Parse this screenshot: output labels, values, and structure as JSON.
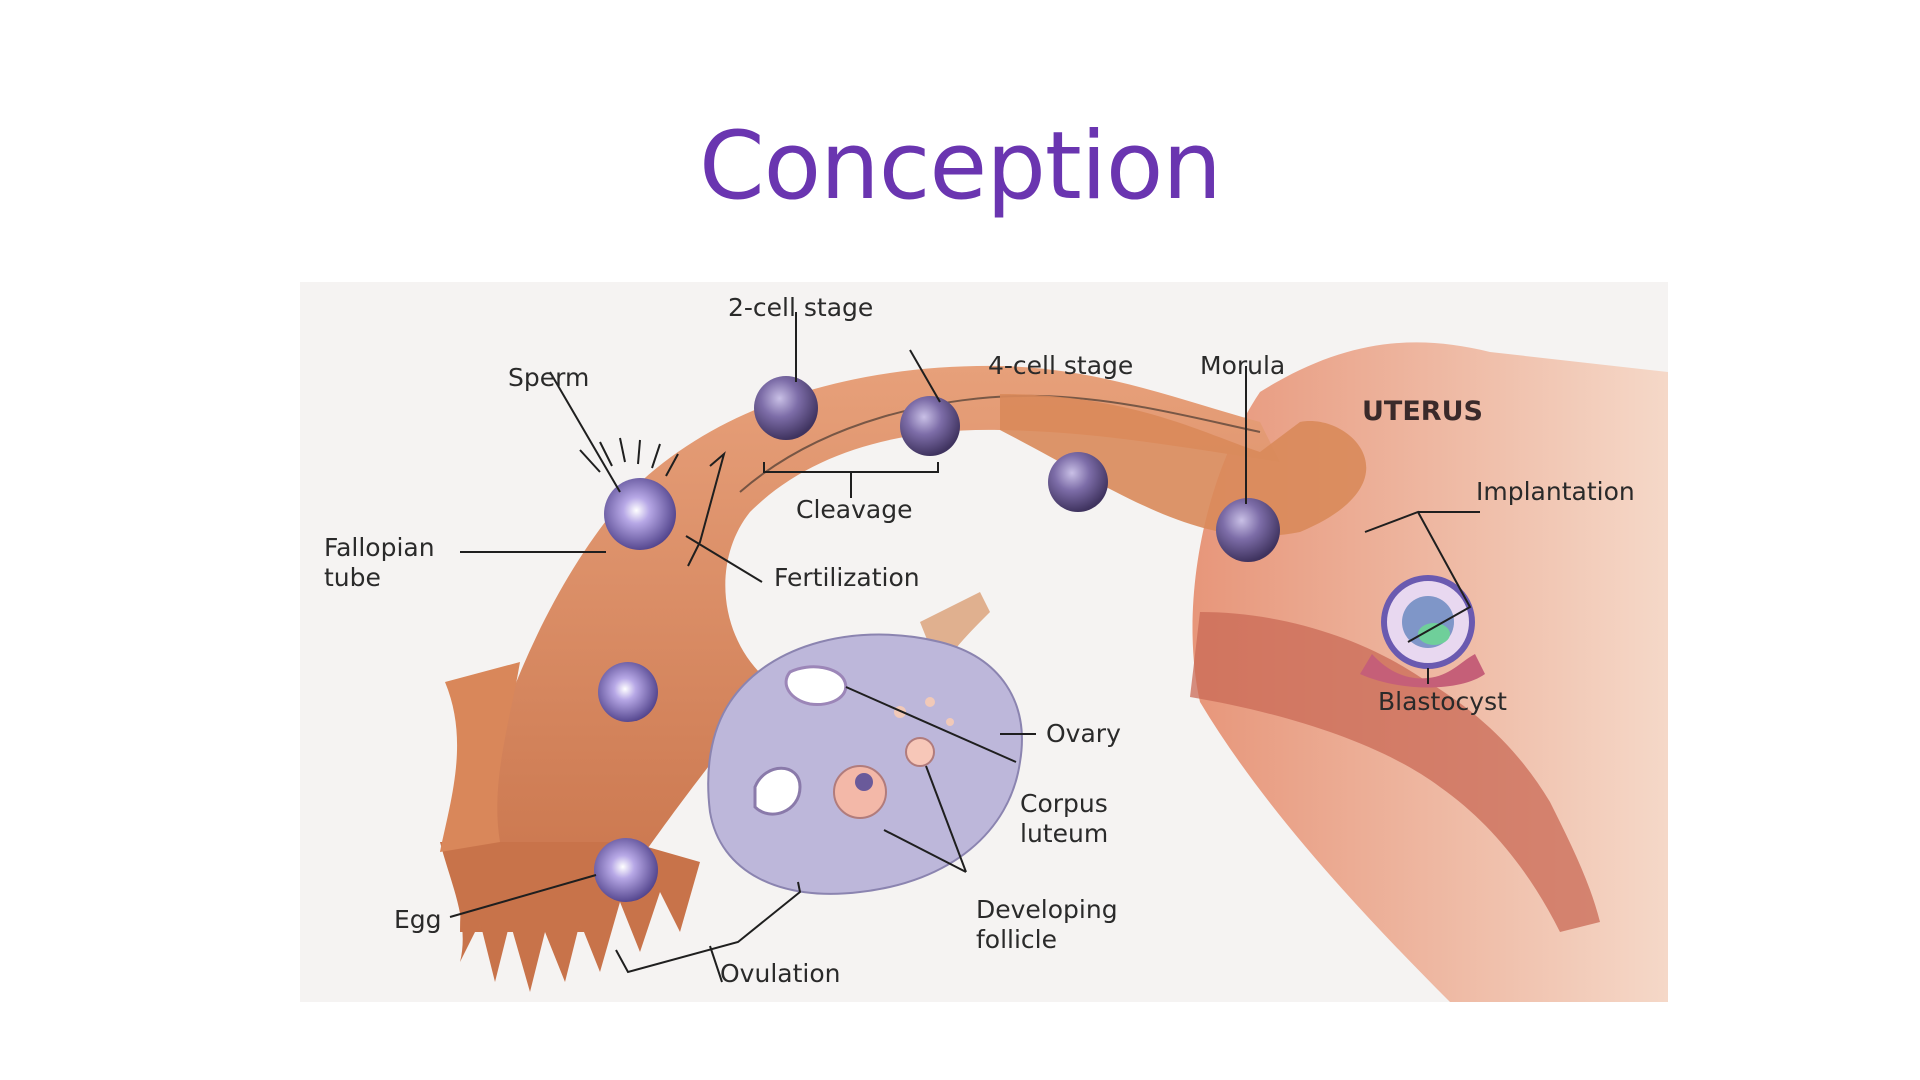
{
  "title": "Conception",
  "colors": {
    "title": "#6a35b0",
    "panel_bg": "#f5f3f2",
    "tube": "#d98a5a",
    "ovary": "#bdb7da",
    "cell": "#5a4a80"
  },
  "labels": {
    "two_cell_stage": "2-cell stage",
    "four_cell_stage": "4-cell stage",
    "morula": "Morula",
    "sperm": "Sperm",
    "uterus": "UTERUS",
    "implantation": "Implantation",
    "cleavage": "Cleavage",
    "fallopian_tube": [
      "Fallopian",
      "tube"
    ],
    "fertilization": "Fertilization",
    "blastocyst": "Blastocyst",
    "ovary": "Ovary",
    "corpus_luteum": [
      "Corpus",
      "luteum"
    ],
    "egg": "Egg",
    "developing_follicle": [
      "Developing",
      "follicle"
    ],
    "ovulation": "Ovulation"
  }
}
